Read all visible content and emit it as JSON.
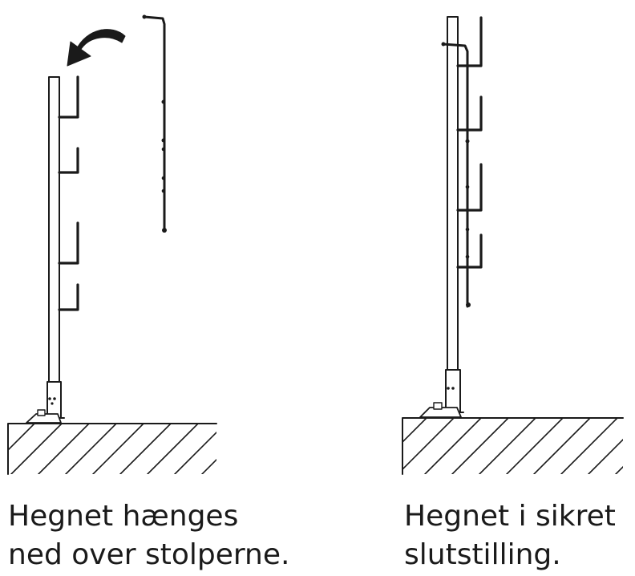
{
  "panels": {
    "left": {
      "caption_line1": "Hegnet hænges",
      "caption_line2": "ned over stolperne."
    },
    "right": {
      "caption_line1": "Hegnet i sikret",
      "caption_line2": "slutstilling."
    }
  },
  "colors": {
    "ink": "#1a1a1a",
    "background": "#ffffff"
  },
  "icons": [
    "curved-arrow-icon"
  ]
}
